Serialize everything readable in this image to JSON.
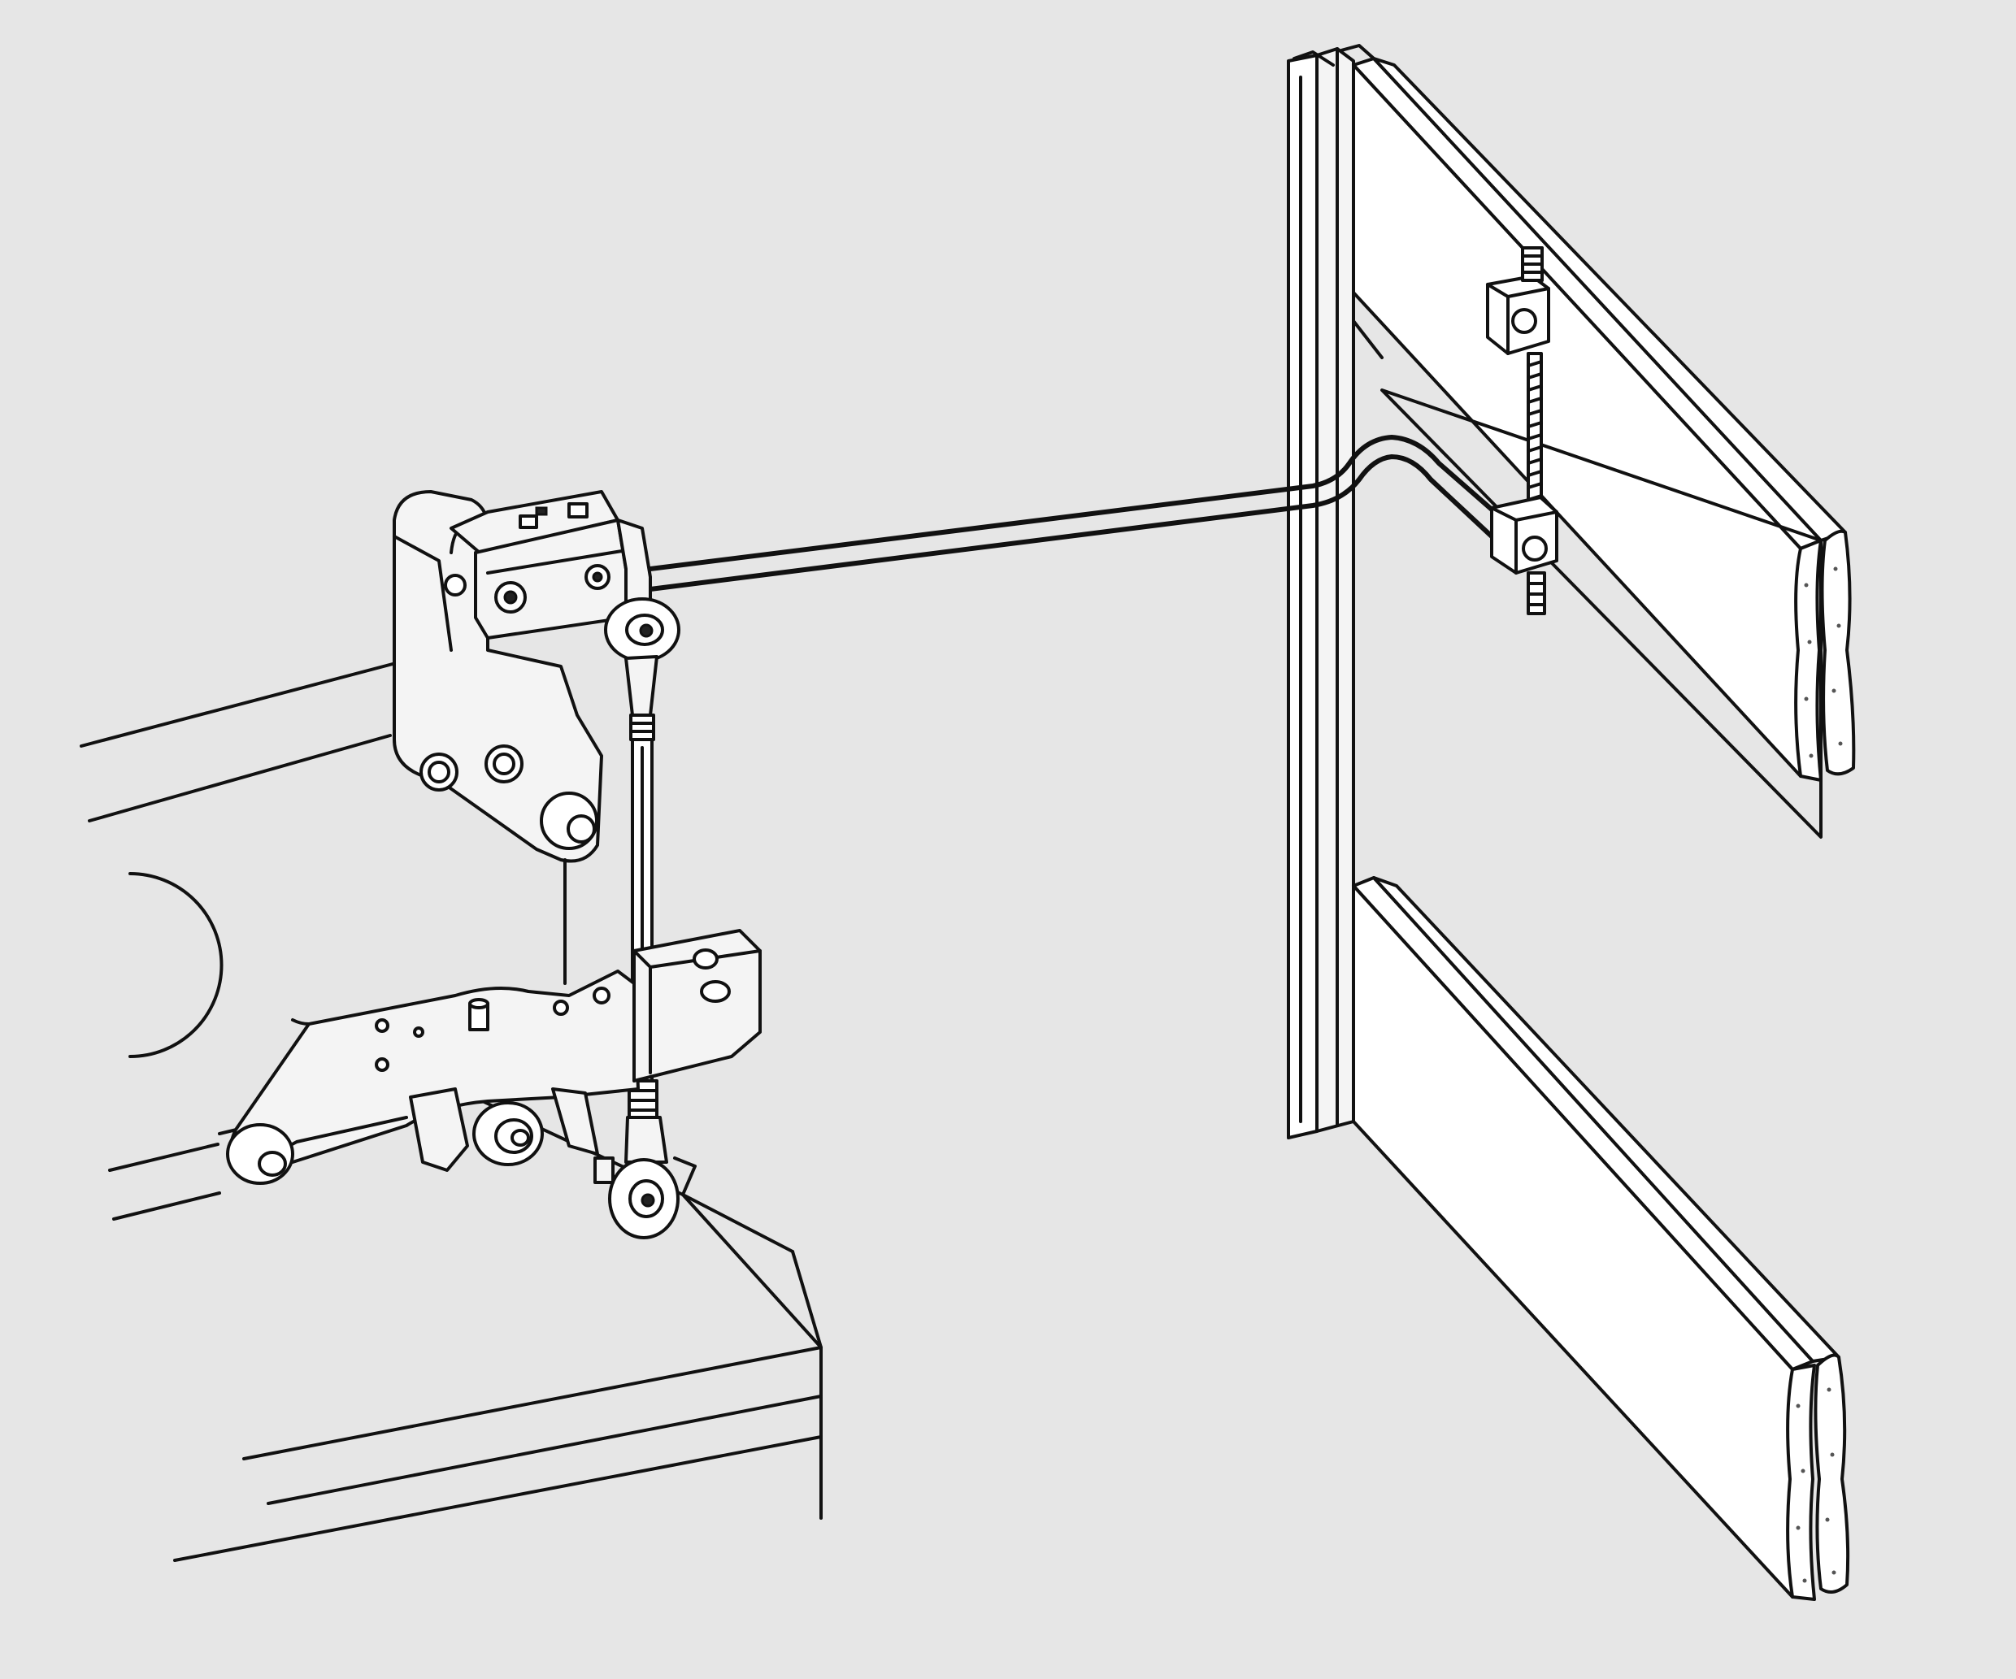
{
  "diagram": {
    "background": "#e6e6e6",
    "line_color": "#111111",
    "components": [
      {
        "name": "machine-bed",
        "icon": "table-top-outline"
      },
      {
        "name": "upper-bracket",
        "icon": "bell-crank-bracket"
      },
      {
        "name": "lower-lever-arm",
        "icon": "pivot-lever"
      },
      {
        "name": "vertical-link-rod",
        "icon": "turnbuckle-rod"
      },
      {
        "name": "horizontal-push-rod",
        "icon": "bent-rod"
      },
      {
        "name": "threaded-adjuster",
        "icon": "screw-with-blocks"
      },
      {
        "name": "guide-rail",
        "icon": "vertical-channel"
      },
      {
        "name": "upper-blade-pair",
        "icon": "parallel-blades"
      },
      {
        "name": "lower-blade-pair",
        "icon": "parallel-blades"
      }
    ]
  }
}
